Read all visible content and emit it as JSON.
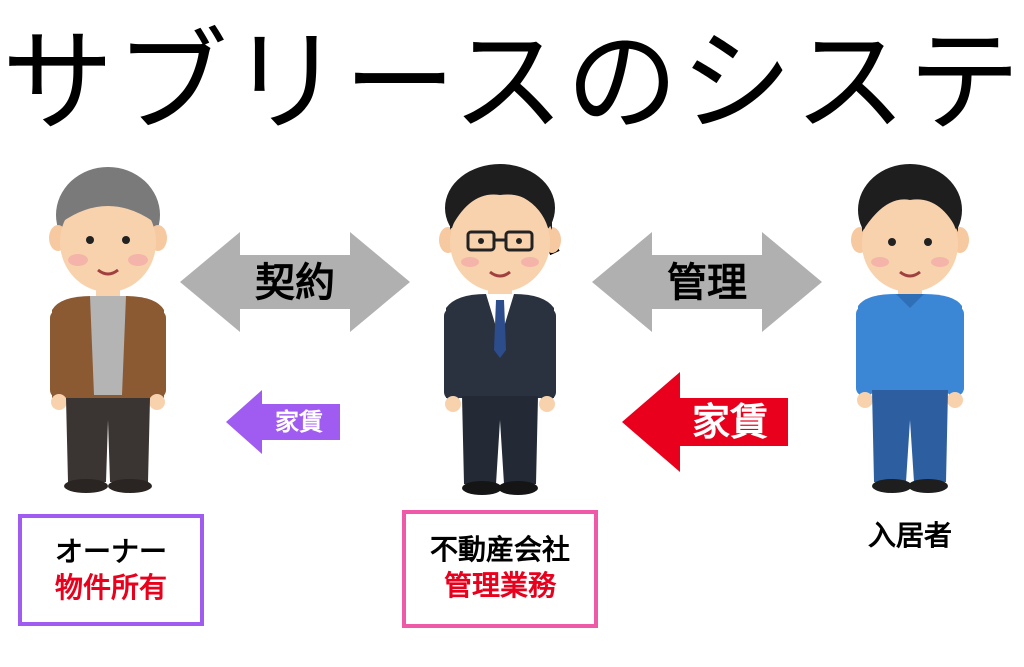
{
  "title": "サブリースのシステム",
  "arrows": {
    "contract": "契約",
    "management": "管理",
    "rent_to_owner": "家賃",
    "rent_from_tenant": "家賃"
  },
  "owner": {
    "role": "オーナー",
    "desc": "物件所有"
  },
  "company": {
    "role": "不動産会社",
    "desc": "管理業務"
  },
  "tenant": {
    "role": "入居者"
  },
  "colors": {
    "gray_arrow": "#b0b0b0",
    "purple": "#a05cf0",
    "red": "#e8001c",
    "pink": "#ef5aa8",
    "owner_jacket": "#8b5a32",
    "suit": "#2a3240",
    "tenant_shirt": "#3b87d6"
  }
}
